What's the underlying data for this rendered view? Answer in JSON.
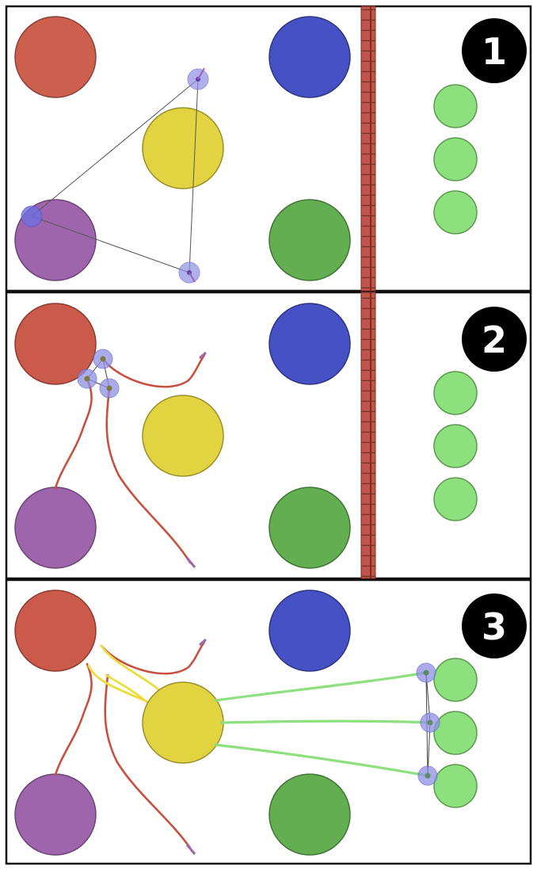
{
  "panels": [
    {
      "label": "1"
    },
    {
      "label": "2"
    },
    {
      "label": "3"
    }
  ],
  "colors": {
    "red": "#cc5a4a",
    "blue": "#4551c4",
    "yellow": "#e2d440",
    "purple": "#9e65ac",
    "green": "#63ae51",
    "small_green": "#8de07e",
    "barrier": "#c0554b",
    "path_red": "#c85040",
    "path_yellow": "#ecdc3c",
    "path_green": "#8de07e",
    "handle": "#8f90e6",
    "handle_dot": "#6a5bb4"
  }
}
